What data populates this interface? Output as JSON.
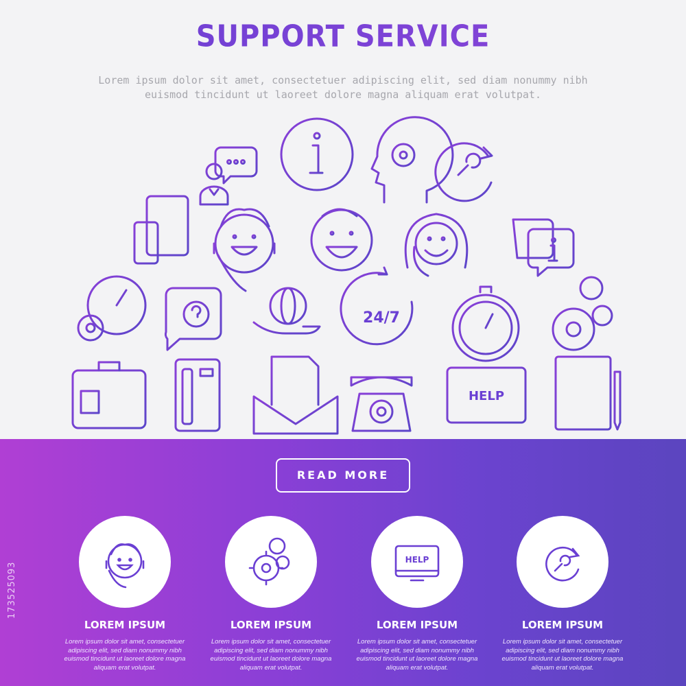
{
  "header": {
    "title": "SUPPORT SERVICE",
    "subtitle": "Lorem ipsum dolor sit amet, consectetuer adipiscing elit, sed diam nonummy nibh euismod tincidunt ut laoreet dolore magna aliquam erat volutpat."
  },
  "hero": {
    "clock_label": "24/7",
    "monitor_label": "HELP"
  },
  "cta": {
    "label": "READ MORE"
  },
  "features": [
    {
      "icon": "operator-headset-icon",
      "title": "LOREM IPSUM",
      "text": "Lorem ipsum dolor sit amet, consectetuer adipiscing elit, sed diam nonummy nibh euismod tincidunt ut laoreet dolore magna aliquam erat volutpat."
    },
    {
      "icon": "gears-icon",
      "title": "LOREM IPSUM",
      "text": "Lorem ipsum dolor sit amet, consectetuer adipiscing elit, sed diam nonummy nibh euismod tincidunt ut laoreet dolore magna aliquam erat volutpat."
    },
    {
      "icon": "help-monitor-icon",
      "title": "LOREM IPSUM",
      "text": "Lorem ipsum dolor sit amet, consectetuer adipiscing elit, sed diam nonummy nibh euismod tincidunt ut laoreet dolore magna aliquam erat volutpat.",
      "monitor_label": "HELP"
    },
    {
      "icon": "wrench-refresh-icon",
      "title": "LOREM IPSUM",
      "text": "Lorem ipsum dolor sit amet, consectetuer adipiscing elit, sed diam nonummy nibh euismod tincidunt ut laoreet dolore magna aliquam erat volutpat."
    }
  ],
  "watermark": {
    "id": "173525093"
  },
  "colors": {
    "accent": "#6b3fd4",
    "gradient_start": "#b03fd4",
    "gradient_end": "#5b45bf",
    "background": "#f3f3f5",
    "subtitle_text": "#a7a7ad"
  }
}
